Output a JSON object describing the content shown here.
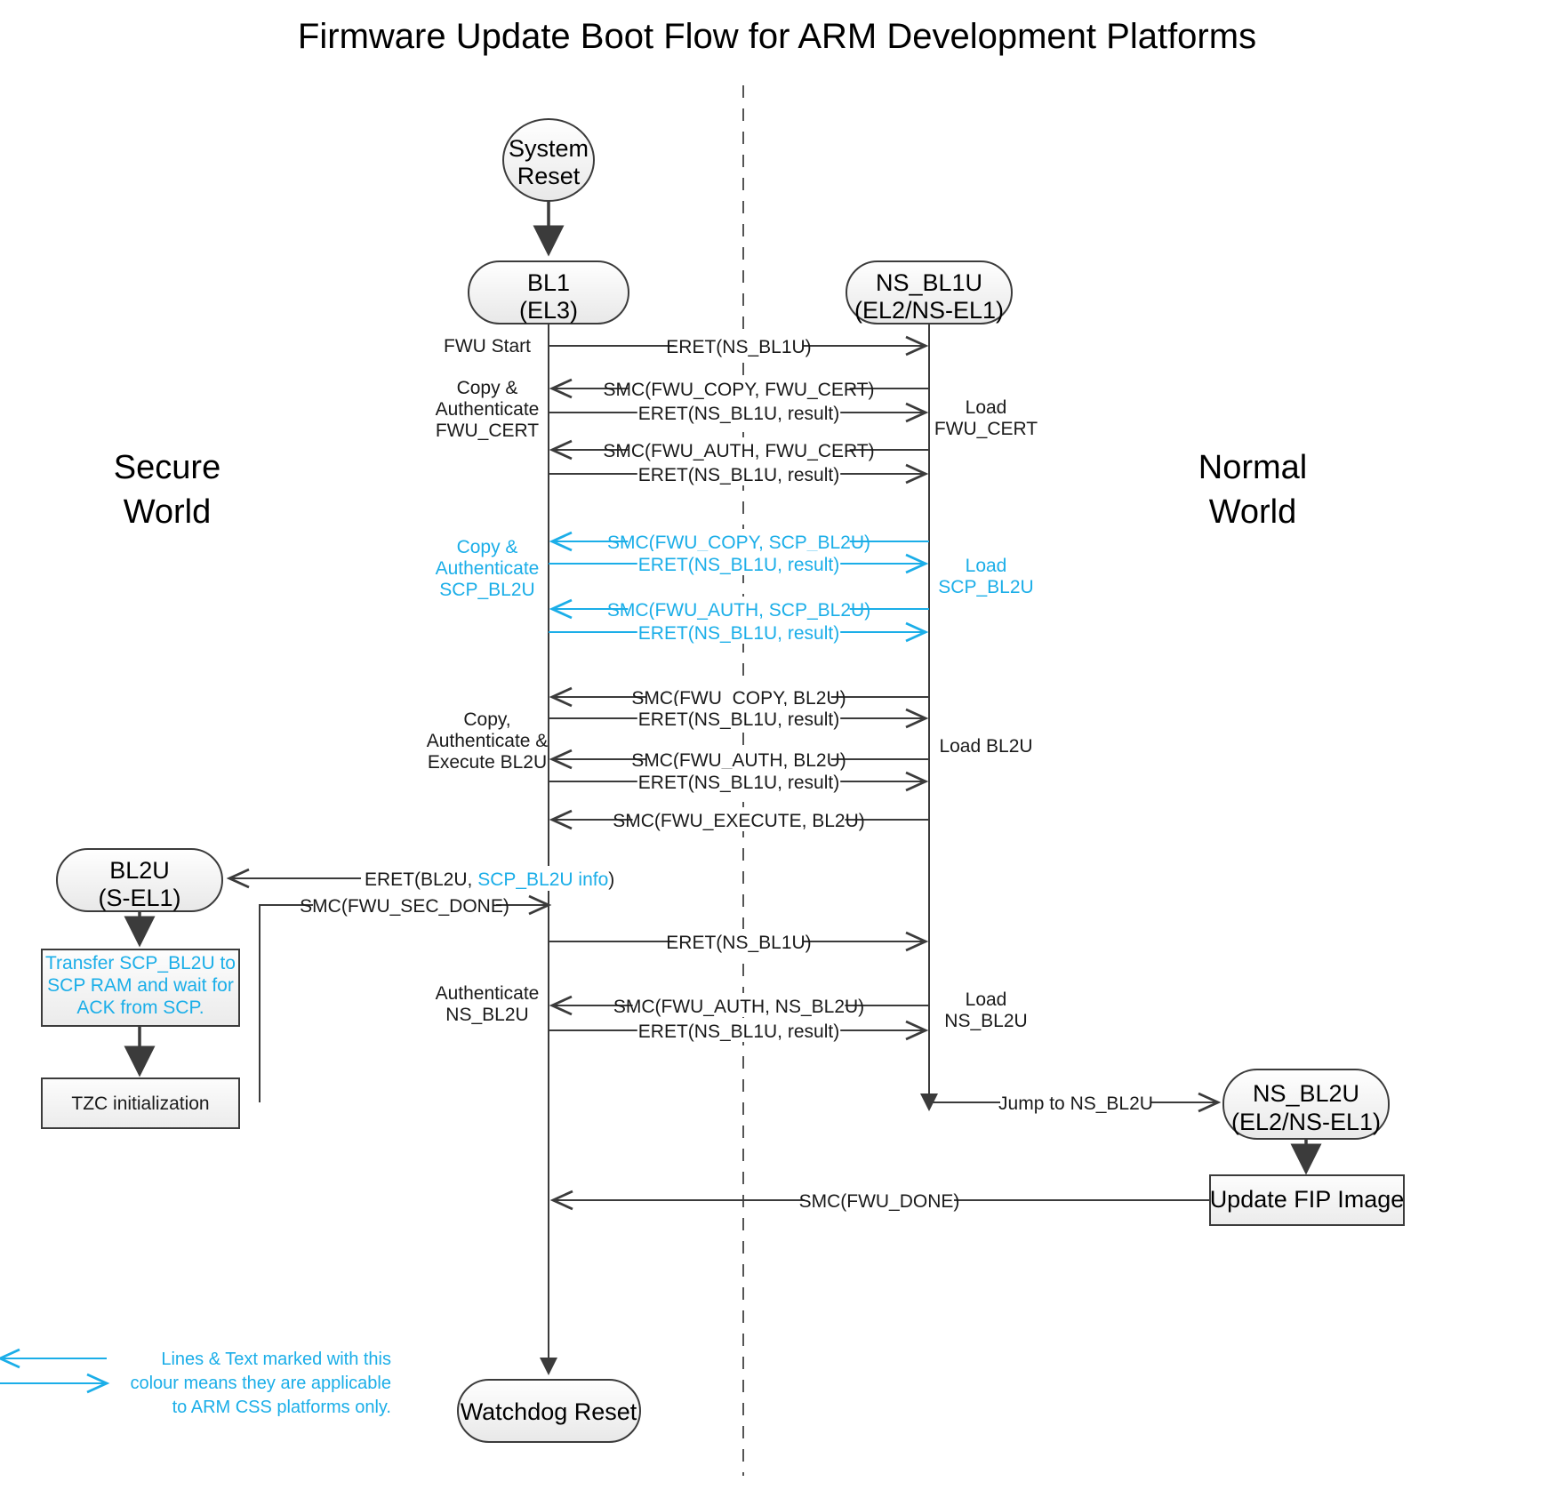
{
  "title": "Firmware Update Boot Flow for ARM Development Platforms",
  "colors": {
    "accent_cyan": "#1BAEE8",
    "line_dark": "#3b3b3b",
    "node_fill_top": "#ffffff",
    "node_fill_bottom": "#ebebeb"
  },
  "worlds": {
    "secure_line1": "Secure",
    "secure_line2": "World",
    "normal_line1": "Normal",
    "normal_line2": "World"
  },
  "nodes": {
    "system_reset_l1": "System",
    "system_reset_l2": "Reset",
    "bl1_l1": "BL1",
    "bl1_l2": "(EL3)",
    "ns_bl1u_l1": "NS_BL1U",
    "ns_bl1u_l2": "(EL2/NS-EL1)",
    "bl2u_l1": "BL2U",
    "bl2u_l2": "(S-EL1)",
    "ns_bl2u_l1": "NS_BL2U",
    "ns_bl2u_l2": "(EL2/NS-EL1)",
    "watchdog_reset": "Watchdog Reset",
    "update_fip_image": "Update FIP Image"
  },
  "process_boxes": {
    "transfer_l1": "Transfer SCP_BL2U to",
    "transfer_l2": "SCP RAM and wait for",
    "transfer_l3": "ACK from SCP.",
    "tzc_init": "TZC initialization"
  },
  "left_annotations": [
    {
      "lines": [
        "FWU Start"
      ],
      "cyan": false
    },
    {
      "lines": [
        "Copy &",
        "Authenticate",
        "FWU_CERT"
      ],
      "cyan": false
    },
    {
      "lines": [
        "Copy &",
        "Authenticate",
        "SCP_BL2U"
      ],
      "cyan": true
    },
    {
      "lines": [
        "Copy,",
        "Authenticate &",
        "Execute BL2U"
      ],
      "cyan": false
    },
    {
      "lines": [
        "Authenticate",
        "NS_BL2U"
      ],
      "cyan": false
    }
  ],
  "right_annotations": [
    {
      "lines": [
        "Load",
        "FWU_CERT"
      ],
      "cyan": false
    },
    {
      "lines": [
        "Load",
        "SCP_BL2U"
      ],
      "cyan": true
    },
    {
      "lines": [
        "Load BL2U"
      ],
      "cyan": false
    },
    {
      "lines": [
        "Load",
        "NS_BL2U"
      ],
      "cyan": false
    }
  ],
  "messages": [
    {
      "text": "ERET(NS_BL1U)",
      "dir": "right",
      "cyan": false
    },
    {
      "text": "SMC(FWU_COPY, FWU_CERT)",
      "dir": "left",
      "cyan": false
    },
    {
      "text": "ERET(NS_BL1U, result)",
      "dir": "right",
      "cyan": false
    },
    {
      "text": "SMC(FWU_AUTH, FWU_CERT)",
      "dir": "left",
      "cyan": false
    },
    {
      "text": "ERET(NS_BL1U, result)",
      "dir": "right",
      "cyan": false
    },
    {
      "text": "SMC(FWU_COPY, SCP_BL2U)",
      "dir": "left",
      "cyan": true
    },
    {
      "text": "ERET(NS_BL1U, result)",
      "dir": "right",
      "cyan": true
    },
    {
      "text": "SMC(FWU_AUTH, SCP_BL2U)",
      "dir": "left",
      "cyan": true
    },
    {
      "text": "ERET(NS_BL1U, result)",
      "dir": "right",
      "cyan": true
    },
    {
      "text": "SMC(FWU_COPY, BL2U)",
      "dir": "left",
      "cyan": false
    },
    {
      "text": "ERET(NS_BL1U, result)",
      "dir": "right",
      "cyan": false
    },
    {
      "text": "SMC(FWU_AUTH, BL2U)",
      "dir": "left",
      "cyan": false
    },
    {
      "text": "ERET(NS_BL1U, result)",
      "dir": "right",
      "cyan": false
    },
    {
      "text": "SMC(FWU_EXECUTE, BL2U)",
      "dir": "left",
      "cyan": false
    },
    {
      "text": "ERET(NS_BL1U)",
      "dir": "right",
      "cyan": false
    },
    {
      "text": "SMC(FWU_AUTH, NS_BL2U)",
      "dir": "left",
      "cyan": false
    },
    {
      "text": "ERET(NS_BL1U, result)",
      "dir": "right",
      "cyan": false
    }
  ],
  "bl2u_messages": {
    "eret_bl2u_pre": "ERET(BL2U, ",
    "eret_bl2u_cyan": "SCP_BL2U info",
    "eret_bl2u_post": ")",
    "smc_fwu_sec_done": "SMC(FWU_SEC_DONE)"
  },
  "bottom_messages": {
    "jump_to_ns_bl2u": "Jump to NS_BL2U",
    "smc_fwu_done": "SMC(FWU_DONE)"
  },
  "legend": {
    "line1": "Lines & Text marked with this",
    "line2": "colour means they are applicable",
    "line3": "to ARM CSS platforms only."
  }
}
